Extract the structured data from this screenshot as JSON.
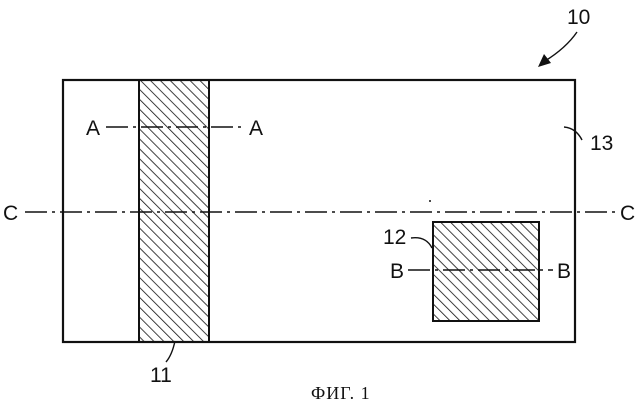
{
  "figure": {
    "assembly_label": "10",
    "plate_label": "13",
    "strip_label": "11",
    "window_label": "12",
    "section_a_left": "A",
    "section_a_right": "A",
    "section_b_left": "B",
    "section_b_right": "B",
    "section_c_left": "C",
    "section_c_right": "C",
    "caption": "ФИГ. 1"
  }
}
